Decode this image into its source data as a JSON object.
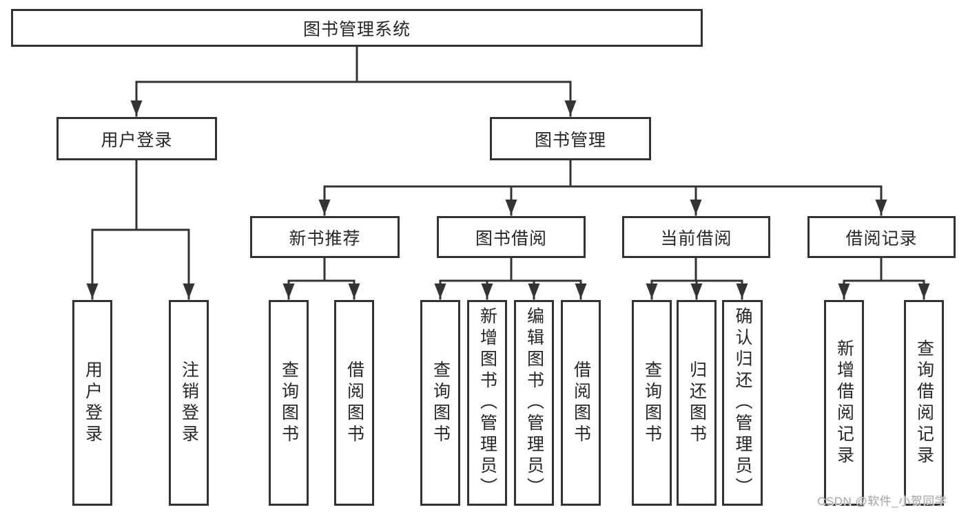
{
  "diagram": {
    "title": "图书管理系统",
    "type": "hierarchy-tree",
    "colors": {
      "line": "#333333",
      "border": "#333333",
      "text": "#262626",
      "box_background": "#ffffff",
      "watermark": "#a9a9a9"
    },
    "root": {
      "label": "图书管理系统"
    },
    "level2": [
      {
        "id": "user-login-branch",
        "label": "用户登录",
        "parent": "图书管理系统"
      },
      {
        "id": "book-management-branch",
        "label": "图书管理",
        "parent": "图书管理系统"
      }
    ],
    "level3": [
      {
        "id": "new-book-recommend",
        "label": "新书推荐",
        "parent": "图书管理"
      },
      {
        "id": "book-borrowing",
        "label": "图书借阅",
        "parent": "图书管理"
      },
      {
        "id": "current-borrowing",
        "label": "当前借阅",
        "parent": "图书管理"
      },
      {
        "id": "borrowing-records",
        "label": "借阅记录",
        "parent": "图书管理"
      }
    ],
    "leaves": [
      {
        "id": "user-login",
        "label": "用户登录",
        "parent": "用户登录"
      },
      {
        "id": "logout",
        "label": "注销登录",
        "parent": "用户登录"
      },
      {
        "id": "query-books-recommend",
        "label": "查询图书",
        "parent": "新书推荐"
      },
      {
        "id": "borrow-books-recommend",
        "label": "借阅图书",
        "parent": "新书推荐"
      },
      {
        "id": "query-books-borrowing",
        "label": "查询图书",
        "parent": "图书借阅"
      },
      {
        "id": "add-books-admin",
        "label": "新增图书（管理员）",
        "parent": "图书借阅"
      },
      {
        "id": "edit-books-admin",
        "label": "编辑图书（管理员）",
        "parent": "图书借阅"
      },
      {
        "id": "borrow-books-borrowing",
        "label": "借阅图书",
        "parent": "图书借阅"
      },
      {
        "id": "query-books-current",
        "label": "查询图书",
        "parent": "当前借阅"
      },
      {
        "id": "return-books",
        "label": "归还图书",
        "parent": "当前借阅"
      },
      {
        "id": "confirm-return-admin",
        "label": "确认归还（管理员）",
        "parent": "当前借阅"
      },
      {
        "id": "add-borrow-record",
        "label": "新增借阅记录",
        "parent": "借阅记录"
      },
      {
        "id": "query-borrow-record",
        "label": "查询借阅记录",
        "parent": "借阅记录"
      }
    ],
    "watermark": "CSDN @软件_小贺同学"
  }
}
